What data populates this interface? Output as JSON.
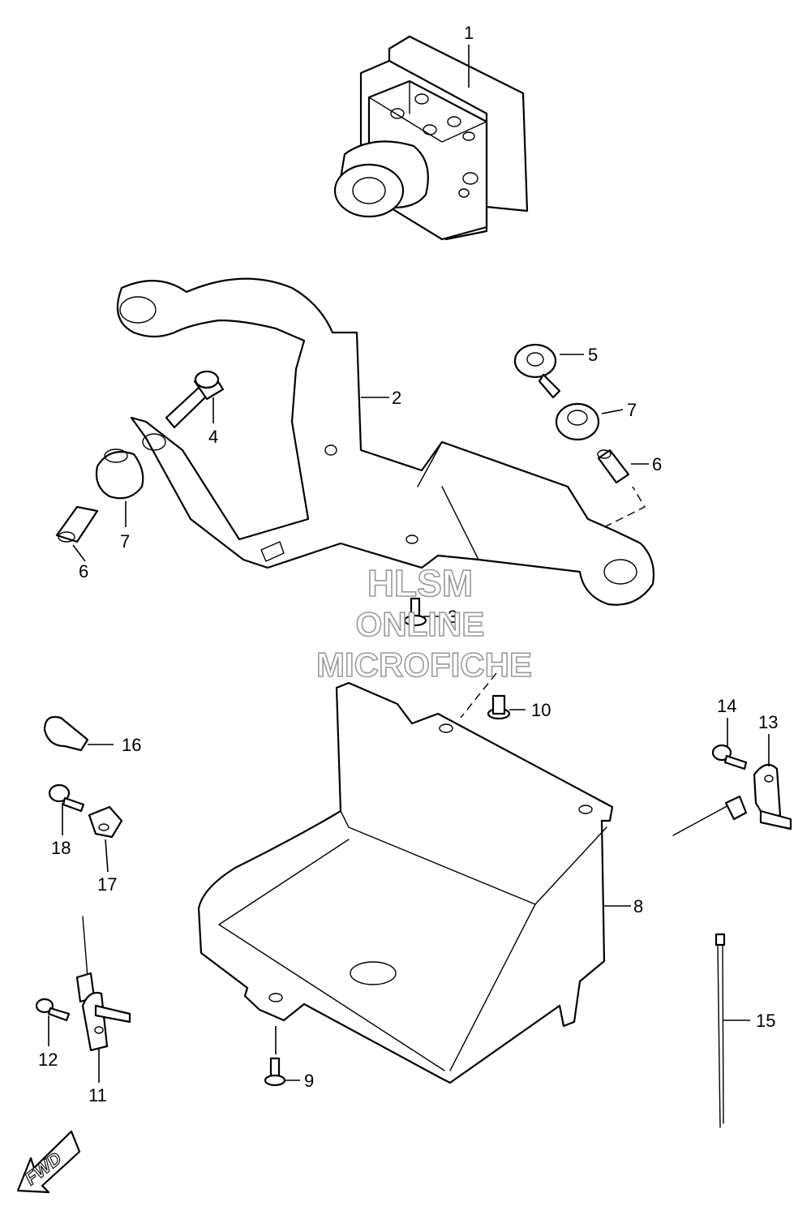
{
  "watermark": {
    "line1": "HLSM",
    "line2": "ONLINE",
    "line3": "MICROFICHE"
  },
  "fwd_label": "FWD",
  "callouts": {
    "c1": "1",
    "c2": "2",
    "c3": "3",
    "c4": "4",
    "c5": "5",
    "c6a": "6",
    "c6b": "6",
    "c7a": "7",
    "c7b": "7",
    "c8": "8",
    "c9": "9",
    "c10": "10",
    "c11": "11",
    "c12": "12",
    "c13": "13",
    "c14": "14",
    "c15": "15",
    "c16": "16",
    "c17": "17",
    "c18": "18"
  }
}
